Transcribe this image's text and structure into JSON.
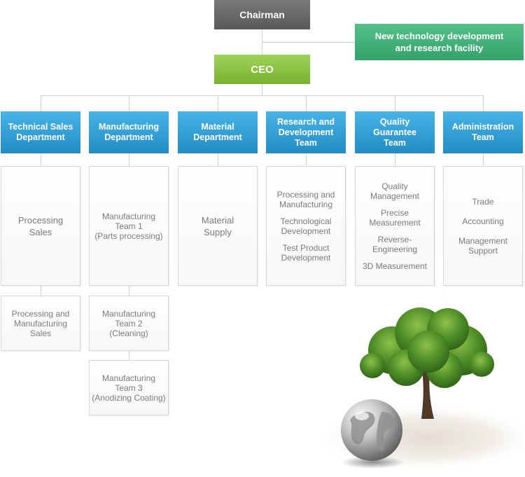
{
  "top": {
    "chairman": "Chairman",
    "new_tech": [
      "New technology development",
      "and research facility"
    ],
    "ceo": "CEO"
  },
  "departments": [
    {
      "name": [
        "Technical Sales",
        "Department"
      ],
      "cards": [
        [
          "Processing",
          "Sales"
        ],
        [
          "Processing and",
          "Manufacturing",
          "Sales"
        ]
      ]
    },
    {
      "name": [
        "Manufacturing",
        "Department"
      ],
      "cards": [
        [
          "Manufacturing",
          "Team 1",
          "(Parts processing)"
        ],
        [
          "Manufacturing",
          "Team 2",
          "(Cleaning)"
        ],
        [
          "Manufacturing",
          "Team 3",
          "(Anodizing Coating)"
        ]
      ]
    },
    {
      "name": [
        "Material",
        "Department"
      ],
      "cards": [
        [
          "Material",
          "Supply"
        ]
      ]
    },
    {
      "name": [
        "Research and",
        "Development",
        "Team"
      ],
      "items": [
        [
          "Processing and",
          "Manufacturing"
        ],
        [
          "Technological",
          "Development"
        ],
        [
          "Test Product",
          "Development"
        ]
      ]
    },
    {
      "name": [
        "Quality",
        "Guarantee",
        "Team"
      ],
      "items": [
        [
          "Quality",
          "Management"
        ],
        [
          "Precise",
          "Measurement"
        ],
        [
          "Reverse-",
          "Engineering"
        ],
        [
          "3D Measurement"
        ]
      ]
    },
    {
      "name": [
        "Administration",
        "Team"
      ],
      "items": [
        [
          "Trade"
        ],
        [
          "Accounting"
        ],
        [
          "Management",
          "Support"
        ]
      ]
    }
  ],
  "colors": {
    "chairman": "#656565",
    "new_tech": "#3fad74",
    "ceo": "#85c23c",
    "department": "#2f9dd4",
    "card_text": "#7b7b7b",
    "connector": "#cfcfcf"
  },
  "illustration": {
    "tree-icon": "tree",
    "globe-icon": "globe"
  }
}
